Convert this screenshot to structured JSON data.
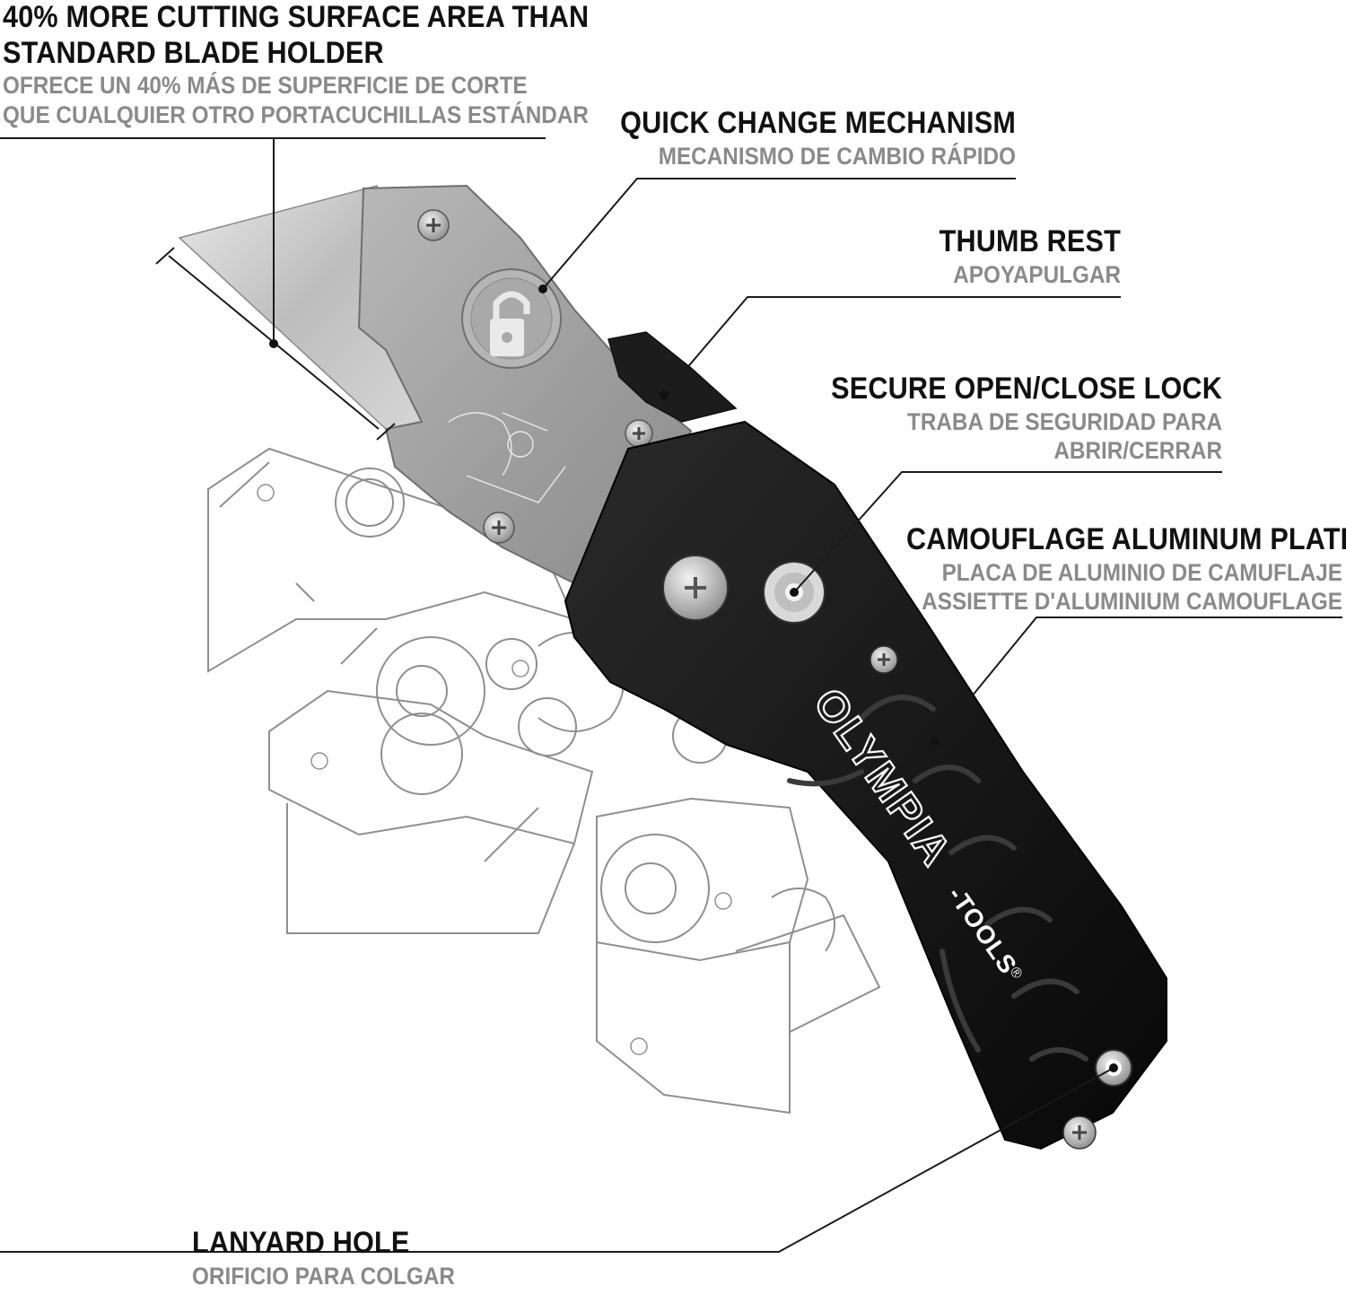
{
  "callouts": {
    "cutting_surface": {
      "title_line1": "40% MORE CUTTING SURFACE AREA THAN",
      "title_line2": "STANDARD BLADE HOLDER",
      "sub_line1": "OFRECE UN 40% MÁS DE SUPERFICIE DE CORTE",
      "sub_line2": "QUE CUALQUIER OTRO PORTACUCHILLAS ESTÁNDAR"
    },
    "quick_change": {
      "title": "QUICK CHANGE MECHANISM",
      "sub": "MECANISMO DE CAMBIO RÁPIDO"
    },
    "thumb_rest": {
      "title": "THUMB REST",
      "sub": "APOYAPULGAR"
    },
    "lock": {
      "title": "SECURE OPEN/CLOSE LOCK",
      "sub_line1": "TRABA DE SEGURIDAD PARA",
      "sub_line2": "ABRIR/CERRAR"
    },
    "plate": {
      "title": "CAMOUFLAGE ALUMINUM PLATE",
      "sub_line1": "PLACA DE ALUMINIO DE CAMUFLAJE",
      "sub_line2": "ASSIETTE D'ALUMINIUM CAMOUFLAGE"
    },
    "lanyard": {
      "title": "LANYARD HOLE",
      "sub": "ORIFICIO PARA COLGAR"
    }
  },
  "brand": {
    "name": "OLYMPIA",
    "suffix": "-TOOLS",
    "mark": "®"
  },
  "colors": {
    "title_text": "#111111",
    "sub_text": "#8a8a8a",
    "handle": "#141414",
    "blade": "#c9c9c9",
    "holder": "#a9a9a9",
    "line": "#222222",
    "sketch": "#9a9a9a"
  },
  "icons": [
    "quick-change-lock-icon",
    "screw-icon",
    "lock-button-icon"
  ]
}
